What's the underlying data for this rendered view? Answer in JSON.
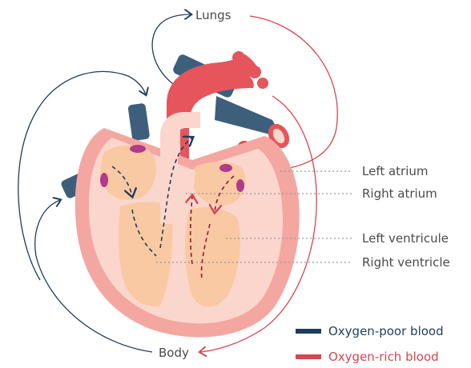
{
  "labels": {
    "lungs": "Lungs",
    "body": "Body",
    "left_atrium": "Left atrium",
    "right_atrium": "Right atrium",
    "left_ventricle": "Left ventricule",
    "right_ventricle": "Right ventricle"
  },
  "legend": {
    "poor": {
      "label": "Oxygen-poor blood",
      "color": "#1f3d5c"
    },
    "rich": {
      "label": "Oxygen-rich blood",
      "color": "#d64550"
    }
  },
  "colors": {
    "heart_outer": "#f4a6a0",
    "heart_wall": "#fbd6cc",
    "chamber": "#f8c9a3",
    "valve": "#b23a8a",
    "aorta": "#e5555b",
    "vein": "#3d5f7c",
    "grey_dots": "#999999"
  }
}
